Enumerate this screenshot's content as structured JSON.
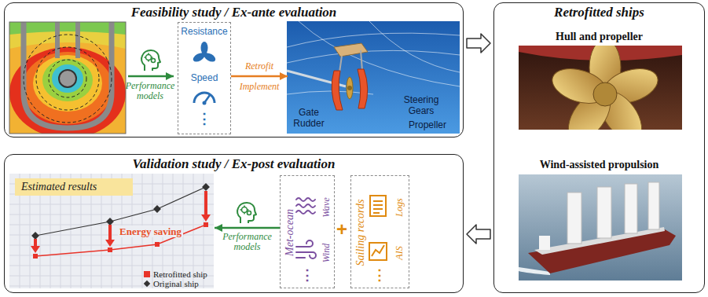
{
  "diagram": {
    "nodes": [
      {
        "text": [
          "Feasibility study / Ex-ante evaluation"
        ]
      },
      {
        "text": [
          "Resistance",
          "Speed",
          "⋮"
        ],
        "in": 0
      },
      {
        "text": [
          "Steering Gears",
          "Gate Rudder",
          "Propeller"
        ],
        "in": 0
      },
      {
        "text": [
          "Retrofitted ships",
          "Hull and propeller",
          "Wind-assisted propulsion"
        ]
      },
      {
        "text": [
          "Validation study / Ex-post evaluation"
        ]
      },
      {
        "text": [
          "Estimated results"
        ],
        "in": 4
      },
      {
        "text": [
          "Met-ocean",
          "Wave",
          "Wind",
          "⋮"
        ],
        "in": 4
      },
      {
        "text": [
          "Sailing records",
          "Logs",
          "AIS",
          "⋮"
        ],
        "in": 4
      }
    ],
    "edges": [
      {
        "from": 1,
        "to": 2,
        "arrow": "to",
        "label": "Retrofit Implement"
      },
      {
        "from": 0,
        "to": 3,
        "arrow": "to"
      },
      {
        "from": 3,
        "to": 4,
        "arrow": "to"
      },
      {
        "from": 6,
        "to": 5,
        "arrow": "to",
        "label": "Performance models"
      }
    ],
    "labels": [
      "Performance models",
      "Energy saving",
      "+"
    ],
    "legend": [
      {
        "text": "Retrofitted ship",
        "color": "#e8342a"
      },
      {
        "text": "Original ship"
      }
    ]
  }
}
